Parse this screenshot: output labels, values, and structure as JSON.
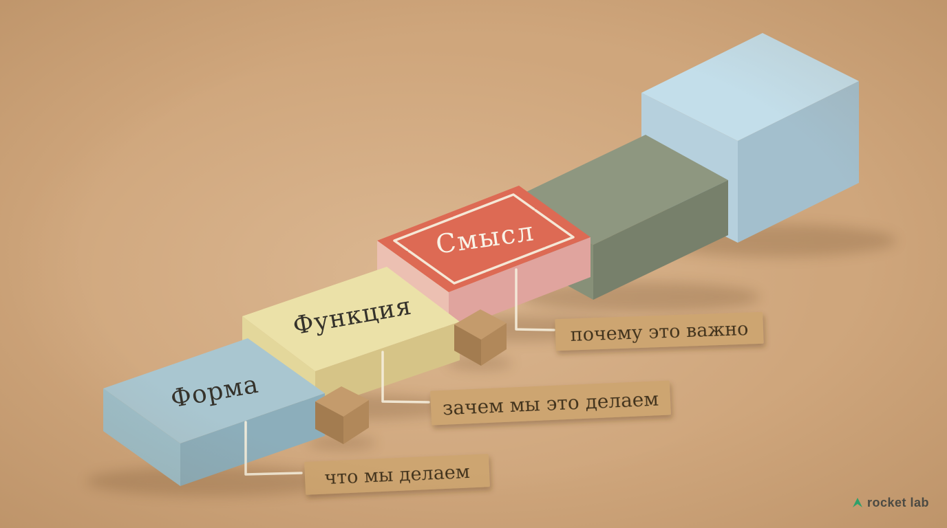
{
  "scene": {
    "background": "#cfa67c",
    "chalk_color": "#f5eedd"
  },
  "blocks": [
    {
      "label": "Форма",
      "colors": {
        "top": "#a9c6d0",
        "left": "#9dbfca",
        "right": "#8caebb",
        "text": "#35322b"
      }
    },
    {
      "label": "Функция",
      "colors": {
        "top": "#ebe1a8",
        "left": "#e3d79b",
        "right": "#d6c487",
        "text": "#35322b"
      }
    },
    {
      "label": "Смысл",
      "colors": {
        "top": "#dd6a54",
        "left": "#ecc0b2",
        "right": "#e0a49e",
        "text": "#f9f3e7"
      }
    },
    {
      "label": "",
      "colors": {
        "top": "#8e9780",
        "left": "#879078",
        "right": "#77806b"
      }
    },
    {
      "label": "",
      "colors": {
        "top": "#c3deea",
        "left": "#b6d0dd",
        "right": "#a3bfcd"
      }
    }
  ],
  "boxes": {
    "colors": {
      "top": "#c49b6c",
      "left": "#a37c50",
      "right": "#b1885a"
    }
  },
  "tags": [
    {
      "text": "что мы делаем"
    },
    {
      "text": "зачем мы это делаем"
    },
    {
      "text": "почему это важно"
    }
  ],
  "tag_style": {
    "fill": "#cda571",
    "text_color": "#40301a"
  },
  "logo": {
    "text": "rocket lab",
    "icon_color": "#2fa06a",
    "text_color": "#4b4a43"
  }
}
